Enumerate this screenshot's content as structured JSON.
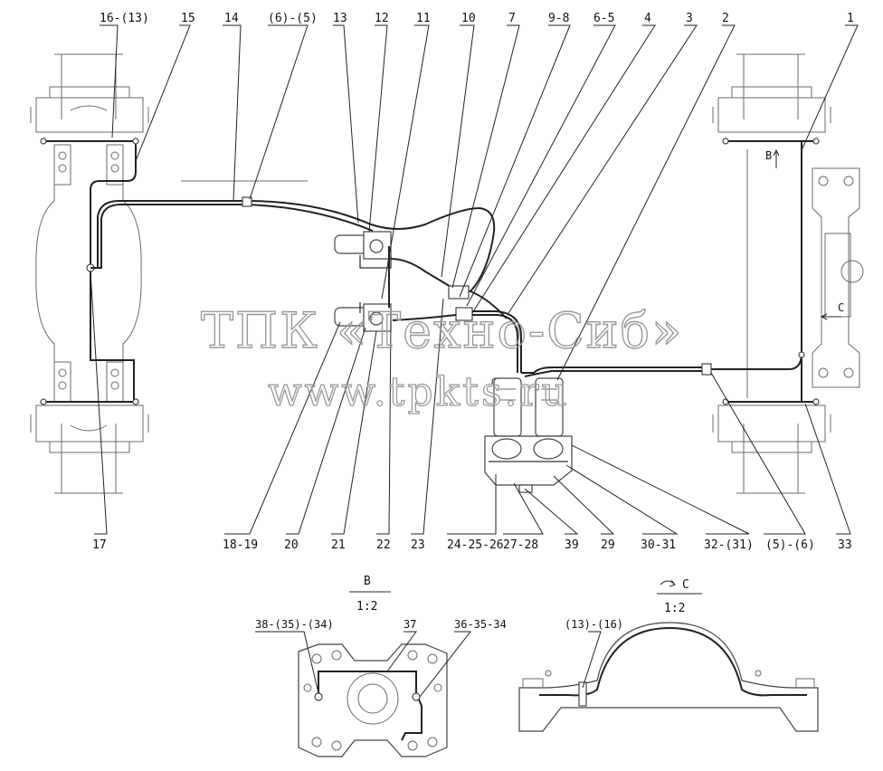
{
  "watermark": {
    "line1": "ТПК «Техно-Сиб»",
    "line2": "www.tpkts.ru"
  },
  "top_labels": [
    "16-(13)",
    "15",
    "14",
    "(6)-(5)",
    "13",
    "12",
    "11",
    "10",
    "7",
    "9-8",
    "6-5",
    "4",
    "3",
    "2",
    "1"
  ],
  "bottom_labels": [
    "17",
    "18-19",
    "20",
    "21",
    "22",
    "23",
    "24-25-26",
    "27-28",
    "39",
    "29",
    "30-31",
    "32-(31)",
    "(5)-(6)",
    "33"
  ],
  "marker_b": "B",
  "marker_c": "C",
  "view_b": {
    "title": "B",
    "scale": "1:2",
    "labels": [
      "38-(35)-(34)",
      "37",
      "36-35-34"
    ]
  },
  "view_c": {
    "title": "C",
    "scale": "1:2",
    "labels": [
      "(13)-(16)"
    ]
  }
}
